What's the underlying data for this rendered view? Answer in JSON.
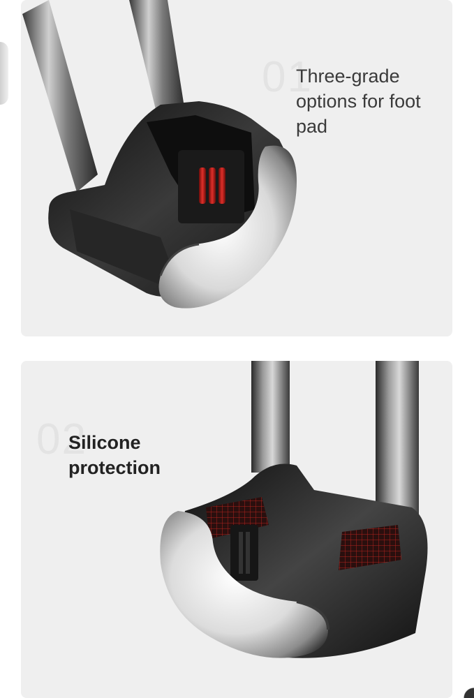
{
  "features": [
    {
      "number": "01",
      "title": "Three-grade options for foot pad"
    },
    {
      "number": "02",
      "title": "Silicone protection"
    }
  ],
  "colors": {
    "panel_bg": "#efefef",
    "metal_dark": "#1f1f1f",
    "metal_light": "#f2f2f2",
    "accent_red": "#c0201b",
    "number_gray": "#e3e3e3"
  }
}
